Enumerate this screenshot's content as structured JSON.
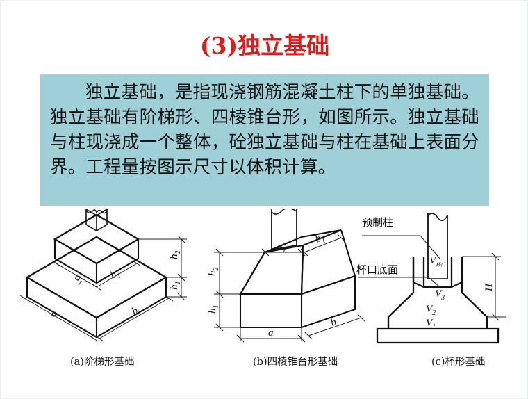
{
  "slide": {
    "title": "(3)独立基础",
    "title_color": "#e01b1b",
    "body_box_color": "#9fd0d8",
    "body_text": "独立基础，是指现浇钢筋混凝土柱下的单独基础。独立基础有阶梯形、四棱锥台形，如图所示。独立基础与柱现浇成一个整体，砼独立基础与柱在基础上表面分界。工程量按图示尺寸以体积计算。"
  },
  "figures": [
    {
      "id": "a",
      "caption": "(a)阶梯形基础",
      "labels": {
        "a": "a",
        "a1_base": "a",
        "a1_sub": "1",
        "b": "b",
        "b1_base": "b",
        "b1_sub": "1",
        "h1_base": "h",
        "h1_sub": "1",
        "h2_base": "h",
        "h2_sub": "2"
      }
    },
    {
      "id": "b",
      "caption": "(b)四棱锥台形基础",
      "labels": {
        "a": "a",
        "a1_base": "a",
        "a1_sub": "1",
        "b": "b",
        "b1_base": "b",
        "b1_sub": "1",
        "h1_base": "h",
        "h1_sub": "1",
        "h2_base": "h",
        "h2_sub": "2"
      }
    },
    {
      "id": "c",
      "caption": "(c)杯形基础",
      "labels": {
        "precast_column": "预制柱",
        "cup_bottom": "杯口底面",
        "v_cup_base": "V",
        "v_cup_sub": "杯口",
        "v3_base": "V",
        "v3_sub": "3",
        "v2_base": "V",
        "v2_sub": "2",
        "v1_base": "V",
        "v1_sub": "1",
        "H": "H"
      }
    }
  ]
}
